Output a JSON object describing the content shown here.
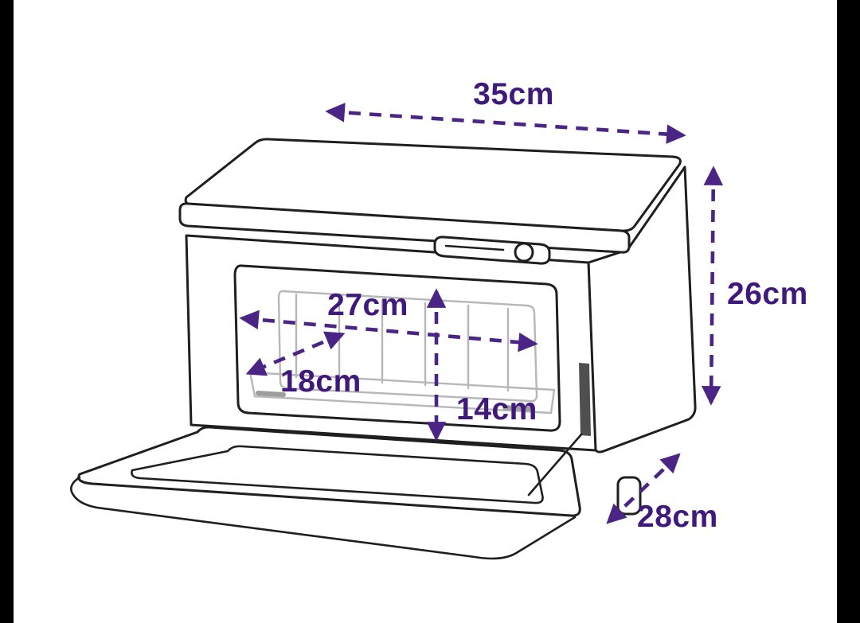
{
  "diagram": {
    "subject": "hot-towel-cabinet-dimension-drawing",
    "dimension_color": "#4b2586",
    "drawing_color": "#1f1f1f",
    "dimensions": {
      "overall_width": "35cm",
      "overall_height": "26cm",
      "overall_depth": "28cm",
      "interior_width": "27cm",
      "interior_depth": "18cm",
      "interior_height": "14cm"
    }
  }
}
